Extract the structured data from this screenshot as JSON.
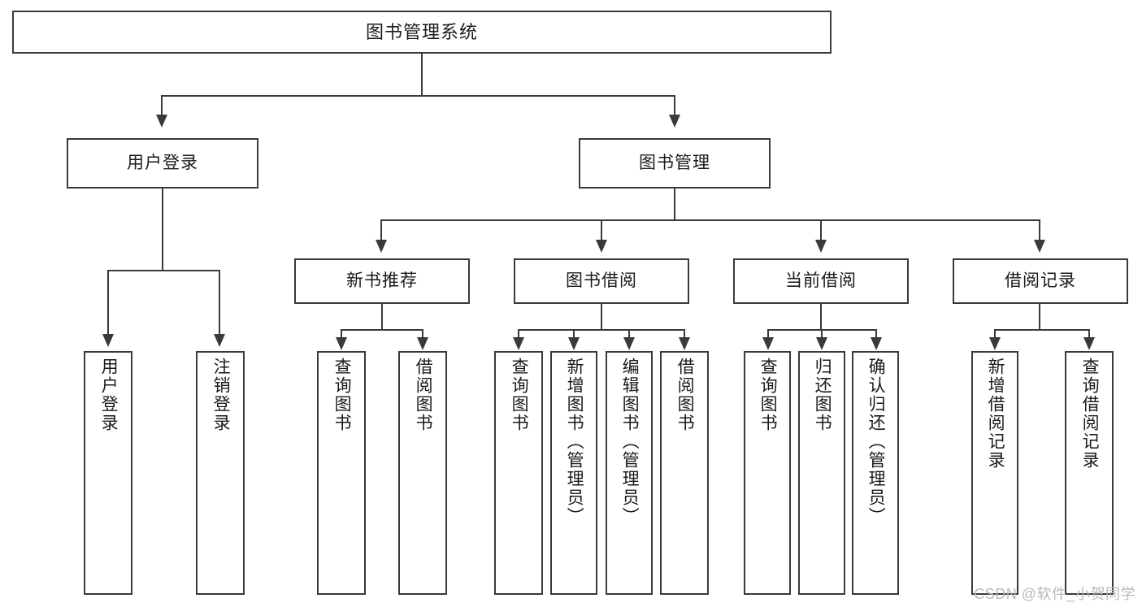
{
  "diagram": {
    "type": "tree",
    "title": "图书管理系统",
    "orientation": "top-down",
    "colors": {
      "stroke": "#3a3a3a",
      "fill": "#ffffff",
      "text": "#1a1a1a",
      "watermark": "#b9b9b9"
    }
  },
  "root": {
    "label": "图书管理系统"
  },
  "level2": [
    {
      "label": "用户登录"
    },
    {
      "label": "图书管理"
    }
  ],
  "level3": [
    {
      "label": "新书推荐"
    },
    {
      "label": "图书借阅"
    },
    {
      "label": "当前借阅"
    },
    {
      "label": "借阅记录"
    }
  ],
  "leaves": {
    "user_login": [
      {
        "label": "用户登录"
      },
      {
        "label": "注销登录"
      }
    ],
    "new_book_recommend": [
      {
        "label": "查询图书"
      },
      {
        "label": "借阅图书"
      }
    ],
    "book_borrow": [
      {
        "label": "查询图书"
      },
      {
        "label": "新增图书（管理员）"
      },
      {
        "label": "编辑图书（管理员）"
      },
      {
        "label": "借阅图书"
      }
    ],
    "current_borrow": [
      {
        "label": "查询图书"
      },
      {
        "label": "归还图书"
      },
      {
        "label": "确认归还（管理员）"
      }
    ],
    "borrow_record": [
      {
        "label": "新增借阅记录"
      },
      {
        "label": "查询借阅记录"
      }
    ]
  },
  "watermark": {
    "text": "CSDN @软件_小贺同学"
  }
}
